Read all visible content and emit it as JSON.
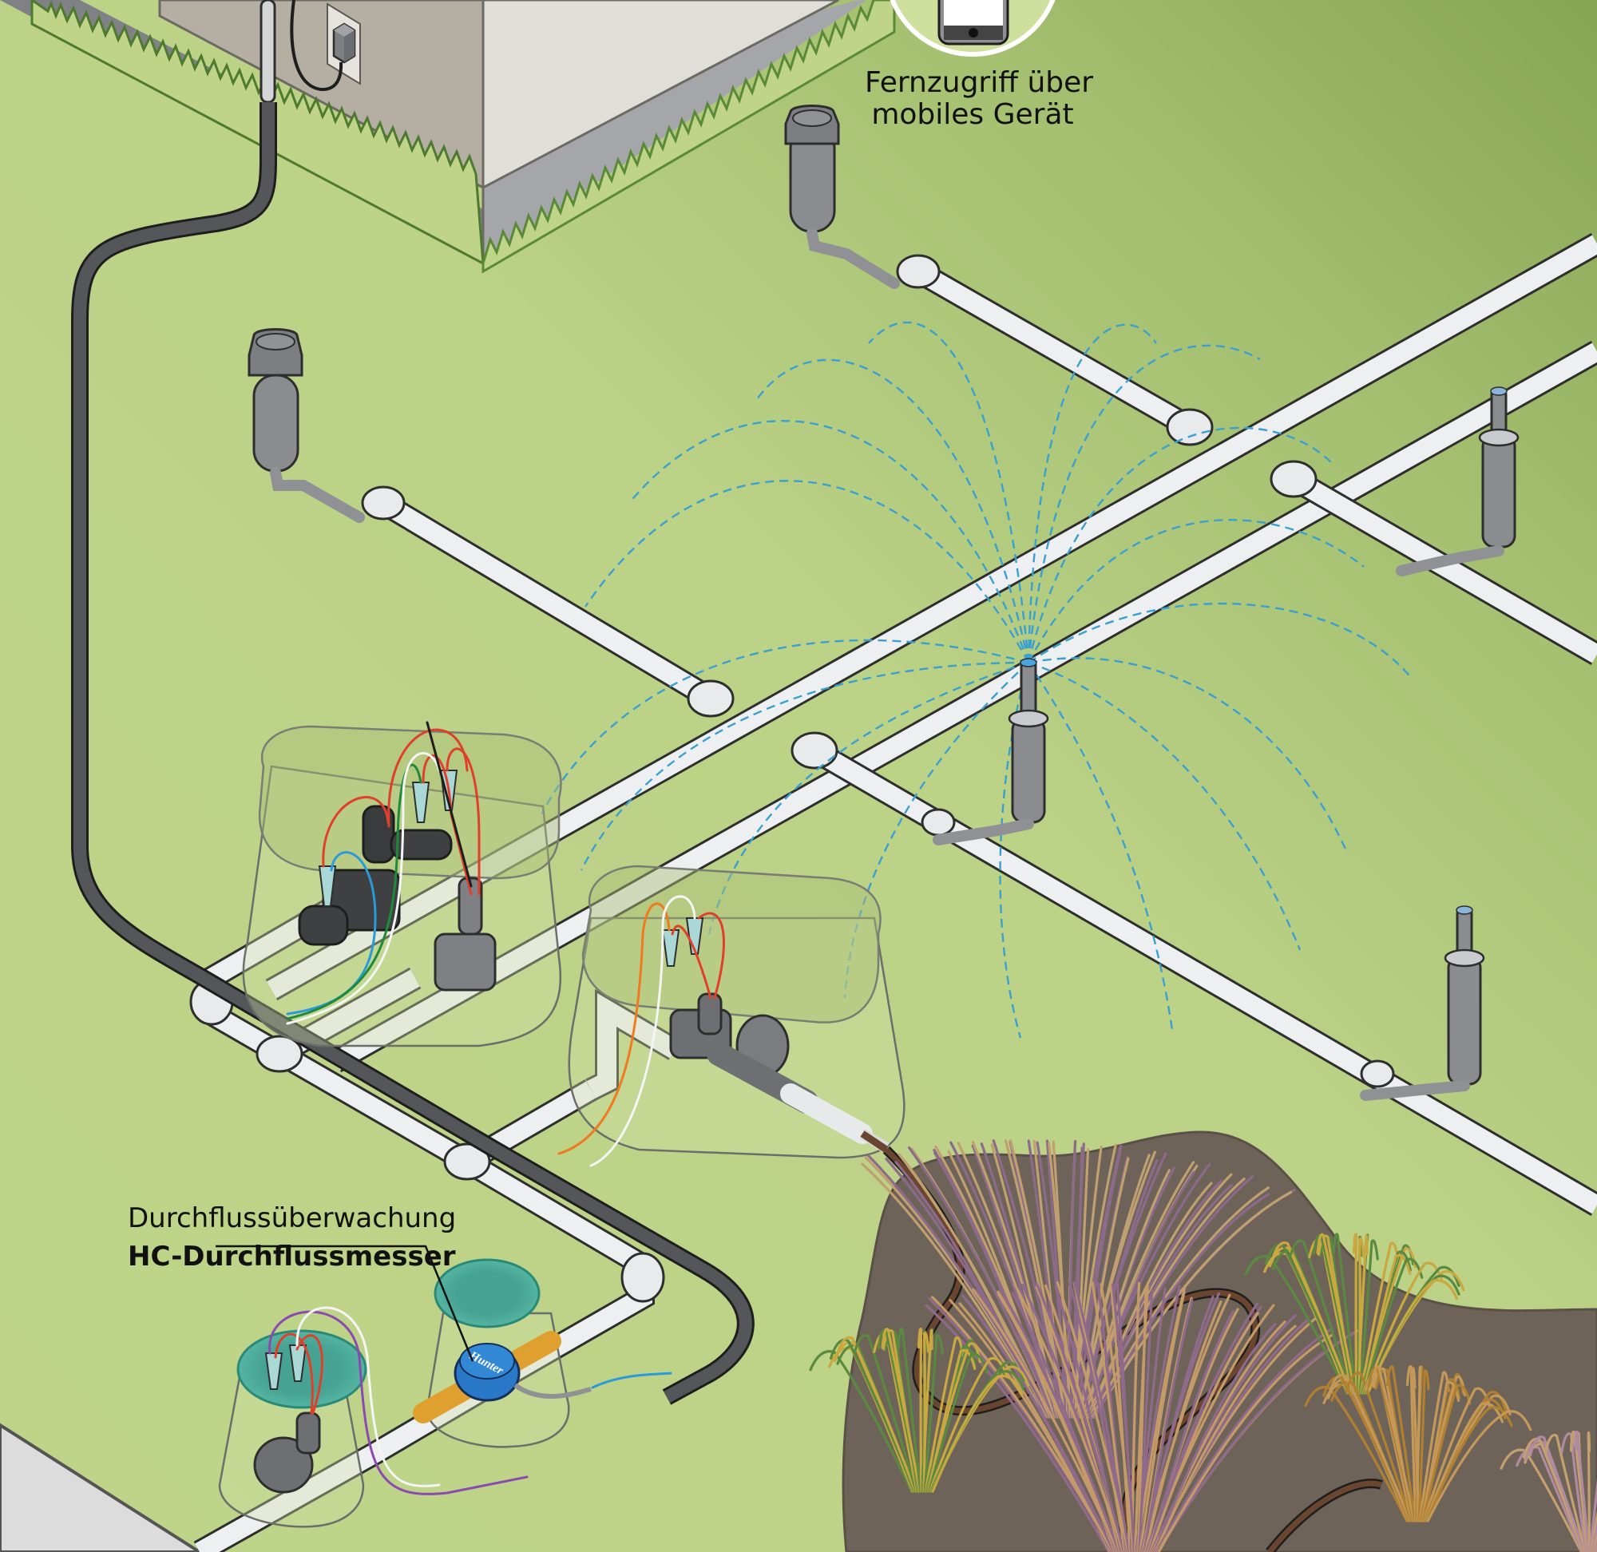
{
  "labels": {
    "remote_access": {
      "line1": "Fernzugriff über",
      "line2": "mobiles Gerät"
    },
    "flow_monitoring": {
      "line1": "Durchflussüberwachung",
      "line2": "HC-Durchflussmesser"
    },
    "meter_brand": "Hunter"
  },
  "components": {
    "house": "house-wall-corner",
    "power_outlet": "wall-outlet-with-transformer",
    "controller_cable": "underground-wire-conduit",
    "mobile_device": "smartphone-in-circle",
    "rotors": [
      "rotor-upper-left",
      "rotor-upper-middle"
    ],
    "spray_heads": [
      "spray-head-center-active",
      "spray-head-right-upper",
      "spray-head-right-lower"
    ],
    "valve_boxes": [
      "valve-box-large-left",
      "valve-box-large-right",
      "valve-box-round-master",
      "valve-box-round-meter"
    ],
    "flow_meter": "hc-flow-meter",
    "drip_zone": "planting-bed-with-drip-line"
  },
  "colors": {
    "lawn_light": "#bfd489",
    "lawn_dark": "#8aaa58",
    "house_wall_left": "#b5aea2",
    "house_wall_right": "#e0ded8",
    "foundation_left": "#808185",
    "foundation_right": "#a5a6aa",
    "grass_edge": "#4e7a30",
    "pipe": "#eeeff0",
    "pipe_outline": "#2e2e2e",
    "spray_water": "#3aa0d0",
    "valve_lid_teal": "#4aae9c",
    "meter_blue": "#2a78c8",
    "brass": "#e0a030",
    "mulch": "#6e6358",
    "drip_line": "#6a4630",
    "sidewalk": "#dcdcdc"
  }
}
